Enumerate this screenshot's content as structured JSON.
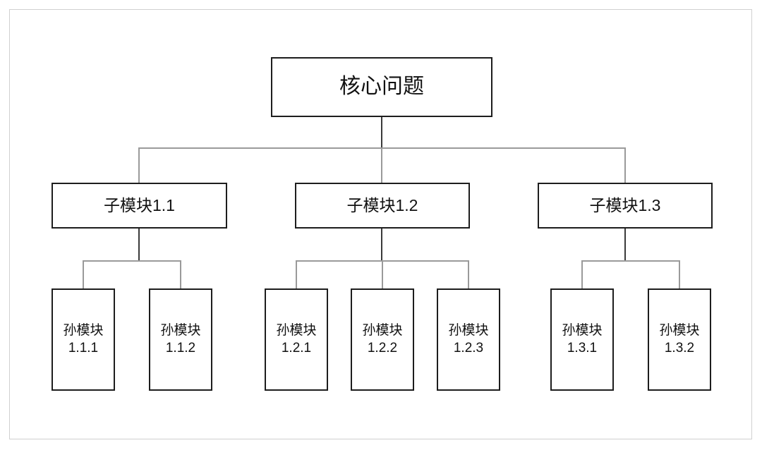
{
  "diagram": {
    "title_text": "核心问题",
    "type": "tree-hierarchy",
    "colors": {
      "node_border": "#1d1d1d",
      "node_fill": "#ffffff",
      "connector": "#9a9a9a",
      "connector_stem": "#3a3a3a",
      "frame_border": "#d0d0d0",
      "text": "#111111"
    },
    "root": {
      "label": "核心问题"
    },
    "level2": [
      {
        "label": "子模块1.1"
      },
      {
        "label": "子模块1.2"
      },
      {
        "label": "子模块1.3"
      }
    ],
    "level3": [
      {
        "label": "孙模块\n1.1.1"
      },
      {
        "label": "孙模块\n1.1.2"
      },
      {
        "label": "孙模块\n1.2.1"
      },
      {
        "label": "孙模块\n1.2.2"
      },
      {
        "label": "孙模块\n1.2.3"
      },
      {
        "label": "孙模块\n1.3.1"
      },
      {
        "label": "孙模块\n1.3.2"
      }
    ]
  }
}
